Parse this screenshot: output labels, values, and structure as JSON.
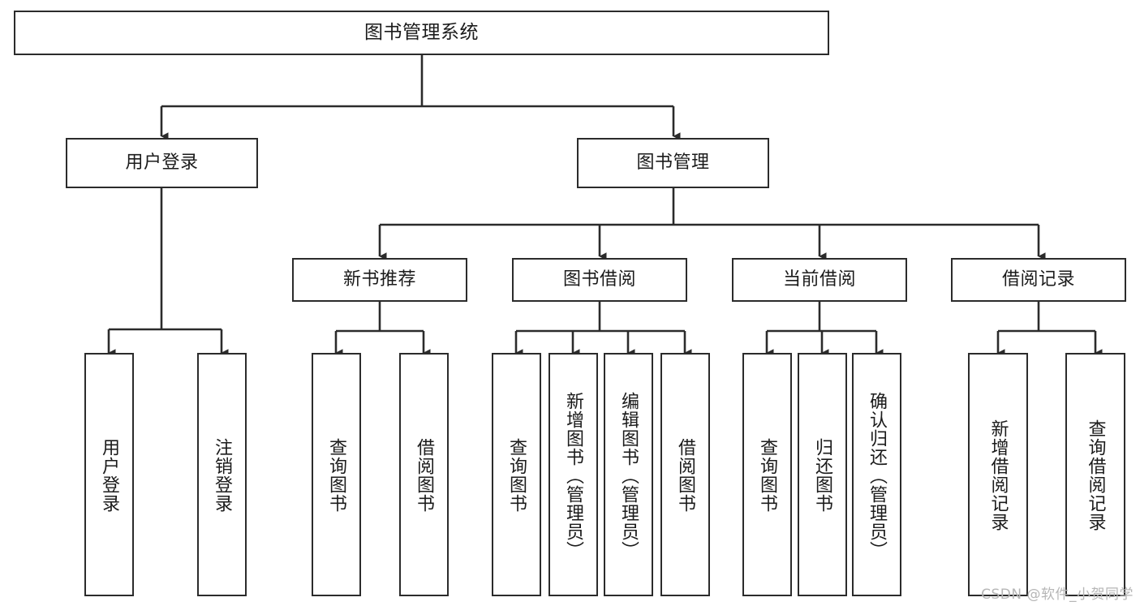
{
  "diagram": {
    "title": "图书管理系统",
    "colors": {
      "stroke": "#2b2b2b",
      "fill": "#ffffff",
      "text": "#1b1b1b",
      "watermark": "#b6b6b6"
    },
    "root": {
      "label": "图书管理系统"
    },
    "level2": [
      {
        "label": "用户登录"
      },
      {
        "label": "图书管理"
      }
    ],
    "level3": [
      {
        "label": "新书推荐"
      },
      {
        "label": "图书借阅"
      },
      {
        "label": "当前借阅"
      },
      {
        "label": "借阅记录"
      }
    ],
    "leaves": {
      "user_login": [
        {
          "label": "用户登录"
        },
        {
          "label": "注销登录"
        }
      ],
      "new_book": [
        {
          "label": "查询图书"
        },
        {
          "label": "借阅图书"
        }
      ],
      "book_borrow": [
        {
          "label": "查询图书"
        },
        {
          "label": "新增图书（管理员）"
        },
        {
          "label": "编辑图书（管理员）"
        },
        {
          "label": "借阅图书"
        }
      ],
      "current_borrow": [
        {
          "label": "查询图书"
        },
        {
          "label": "归还图书"
        },
        {
          "label": "确认归还（管理员）"
        }
      ],
      "borrow_record": [
        {
          "label": "新增借阅记录"
        },
        {
          "label": "查询借阅记录"
        }
      ]
    },
    "watermark": "CSDN @软件_小贺同学"
  }
}
